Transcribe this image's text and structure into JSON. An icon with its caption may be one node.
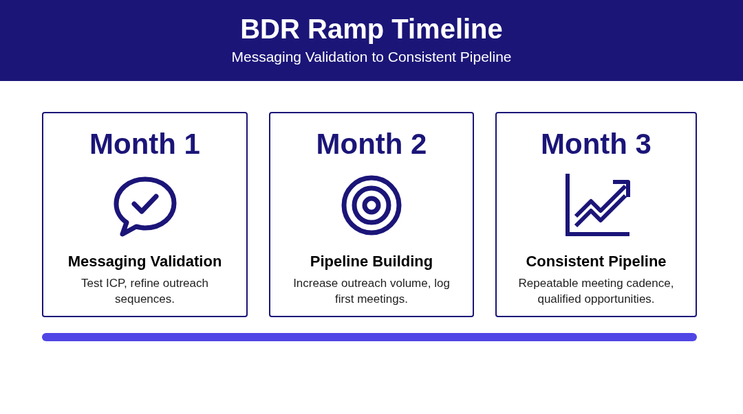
{
  "diagram": {
    "title": "BDR Ramp Timeline",
    "nodes": [
      {
        "text": [
          "Month 1",
          "Messaging Validation",
          "Test ICP, refine outreach sequences."
        ]
      },
      {
        "text": [
          "Month 2",
          "Pipeline Building",
          "Increase outreach volume, log first meetings."
        ]
      },
      {
        "text": [
          "Month 3",
          "Consistent Pipeline",
          "Repeatable meeting cadence, qualified opportunities."
        ]
      }
    ],
    "labels": [
      "Messaging Validation to Consistent Pipeline"
    ]
  }
}
